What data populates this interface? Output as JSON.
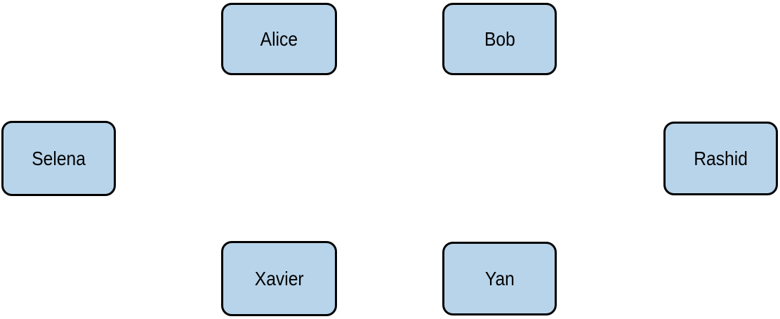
{
  "diagram": {
    "description": "Six person nodes arranged in a ring",
    "nodes": [
      {
        "id": "alice",
        "label": "Alice"
      },
      {
        "id": "bob",
        "label": "Bob"
      },
      {
        "id": "selena",
        "label": "Selena"
      },
      {
        "id": "rashid",
        "label": "Rashid"
      },
      {
        "id": "xavier",
        "label": "Xavier"
      },
      {
        "id": "yan",
        "label": "Yan"
      }
    ]
  },
  "colors": {
    "node_fill": "#b8d4ea",
    "node_border": "#000000",
    "label_text": "#000000",
    "background": "#ffffff"
  }
}
